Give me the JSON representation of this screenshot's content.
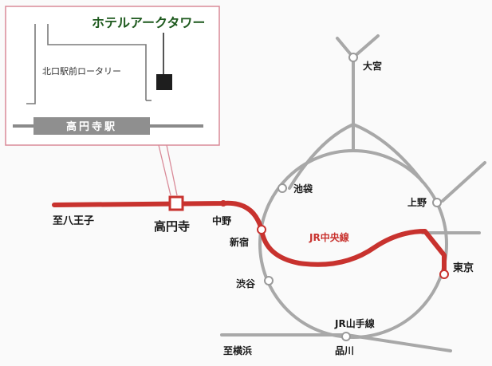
{
  "inset": {
    "hotel_name": "ホテルアークタワー",
    "rotary_label": "北口駅前ロータリー",
    "station_sign": "高円寺駅"
  },
  "lines": {
    "chuo": "JR中央線",
    "yamanote": "JR山手線"
  },
  "stations": {
    "koenji": "高円寺",
    "nakano": "中野",
    "shinjuku": "新宿",
    "shibuya": "渋谷",
    "ikebukuro": "池袋",
    "ueno": "上野",
    "tokyo": "東京",
    "shinagawa": "品川",
    "omiya": "大宮"
  },
  "directions": {
    "hachioji": "至八王子",
    "yokohama": "至横浜"
  },
  "colors": {
    "chuo_line": "#c8322e",
    "grey_line": "#a8a8a8",
    "inset_border": "#d98a98",
    "hotel_text": "#1e5a1e",
    "hotel_marker": "#1e1e1e",
    "sign_bg": "#8f8f8f"
  }
}
